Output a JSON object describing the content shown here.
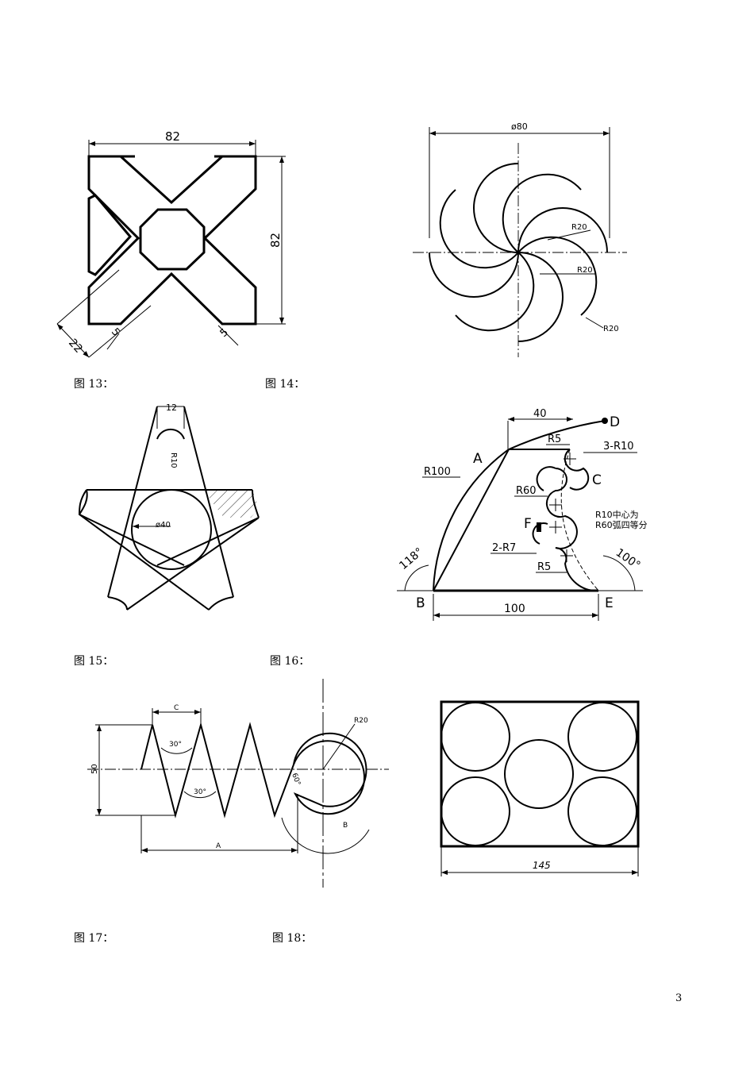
{
  "captions": {
    "fig13": "图 13：",
    "fig14": "图 14：",
    "fig15": "图 15：",
    "fig16": "图 16：",
    "fig17": "图 17：",
    "fig18": "图 18："
  },
  "page_number": "3",
  "fig13": {
    "width": "82",
    "height": "82",
    "d1": "22",
    "d2": "5",
    "d3": "5"
  },
  "fig14": {
    "dia": "ø80",
    "r1": "R20",
    "r2": "R20",
    "r3": "R20"
  },
  "fig15": {
    "top": "12",
    "r": "R10",
    "dia": "ø40"
  },
  "fig16": {
    "A": "A",
    "B": "B",
    "C": "C",
    "D": "D",
    "E": "E",
    "F": "F",
    "dim40": "40",
    "dim100": "100",
    "r5a": "R5",
    "r3": "3-R10",
    "r100": "R100",
    "r60": "R60",
    "r7": "2-R7",
    "r5b": "R5",
    "note1": "R10中心为",
    "note2": "R60弧四等分",
    "ang1": "118°",
    "ang2": "100°"
  },
  "fig17": {
    "c": "C",
    "a30a": "30°",
    "a30b": "30°",
    "h": "50",
    "r": "R20",
    "a": "A",
    "b": "B",
    "ang": "60°"
  },
  "fig18": {
    "w": "145"
  }
}
